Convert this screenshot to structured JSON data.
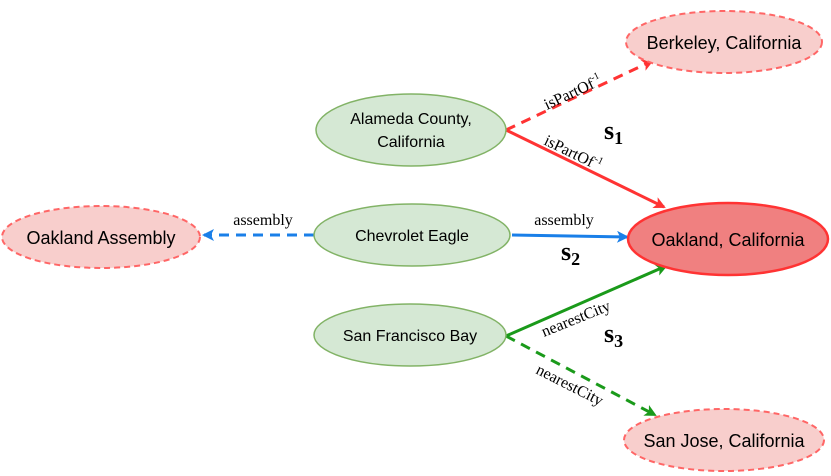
{
  "colors": {
    "red": "#ff3333",
    "blue": "#1a7fe8",
    "green": "#1a9a1a",
    "green_node_fill": "#d5e8d4",
    "green_node_stroke": "#82b366",
    "red_node_fill": "#f8cecc",
    "red_node_stroke": "#ff6666",
    "main_node_fill": "#f08080",
    "main_node_stroke": "#ff3333"
  },
  "nodes": {
    "berkeley": "Berkeley, California",
    "alameda_line1": "Alameda County,",
    "alameda_line2": "California",
    "oakland_assembly": "Oakland Assembly",
    "chevrolet": "Chevrolet Eagle",
    "oakland_ca": "Oakland, California",
    "sf_bay": "San Francisco Bay",
    "san_jose": "San Jose, California"
  },
  "edges": {
    "ispartof_base": "isPartOf",
    "ispartof_sup": "-1",
    "assembly": "assembly",
    "nearestcity": "nearestCity"
  },
  "signals": {
    "s": "s",
    "one": "1",
    "two": "2",
    "three": "3"
  }
}
